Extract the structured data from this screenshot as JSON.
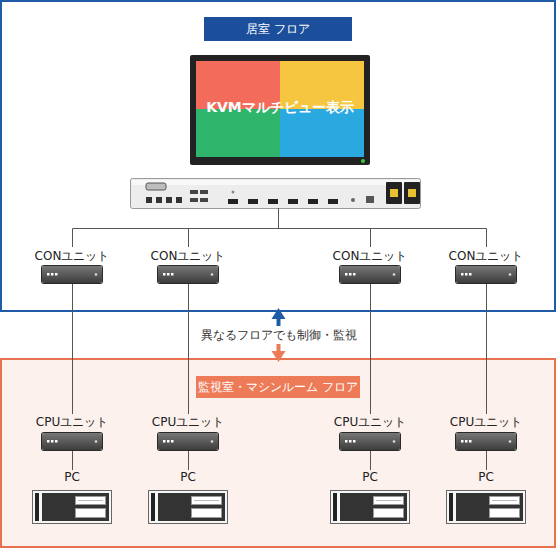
{
  "diagram": {
    "nodes": [
      {
        "text": [
          "居室 フロア"
        ]
      },
      {
        "text": [
          "KVMマルチビュー表示"
        ],
        "in": 0
      },
      {
        "text": [
          "CONユニット"
        ],
        "in": 0
      },
      {
        "text": [
          "CONユニット"
        ],
        "in": 0
      },
      {
        "text": [
          "CONユニット"
        ],
        "in": 0
      },
      {
        "text": [
          "CONユニット"
        ],
        "in": 0
      },
      {
        "text": [
          "監視室・マシンルーム フロア"
        ]
      },
      {
        "text": [
          "CPUユニット"
        ],
        "in": 6
      },
      {
        "text": [
          "CPUユニット"
        ],
        "in": 6
      },
      {
        "text": [
          "CPUユニット"
        ],
        "in": 6
      },
      {
        "text": [
          "CPUユニット"
        ],
        "in": 6
      },
      {
        "text": [
          "PC"
        ],
        "in": 6
      },
      {
        "text": [
          "PC"
        ],
        "in": 6
      },
      {
        "text": [
          "PC"
        ],
        "in": 6
      },
      {
        "text": [
          "PC"
        ],
        "in": 6
      }
    ],
    "edges": [
      {
        "from": 0,
        "to": 6,
        "arrow": "both",
        "label": "異なるフロアでも制御・監視"
      },
      {
        "from": 2,
        "to": 7,
        "arrow": "none"
      },
      {
        "from": 3,
        "to": 8,
        "arrow": "none"
      },
      {
        "from": 4,
        "to": 9,
        "arrow": "none"
      },
      {
        "from": 5,
        "to": 10,
        "arrow": "none"
      },
      {
        "from": 7,
        "to": 11,
        "arrow": "none"
      },
      {
        "from": 8,
        "to": 12,
        "arrow": "none"
      },
      {
        "from": 9,
        "to": 13,
        "arrow": "none"
      },
      {
        "from": 10,
        "to": 14,
        "arrow": "none"
      }
    ]
  }
}
